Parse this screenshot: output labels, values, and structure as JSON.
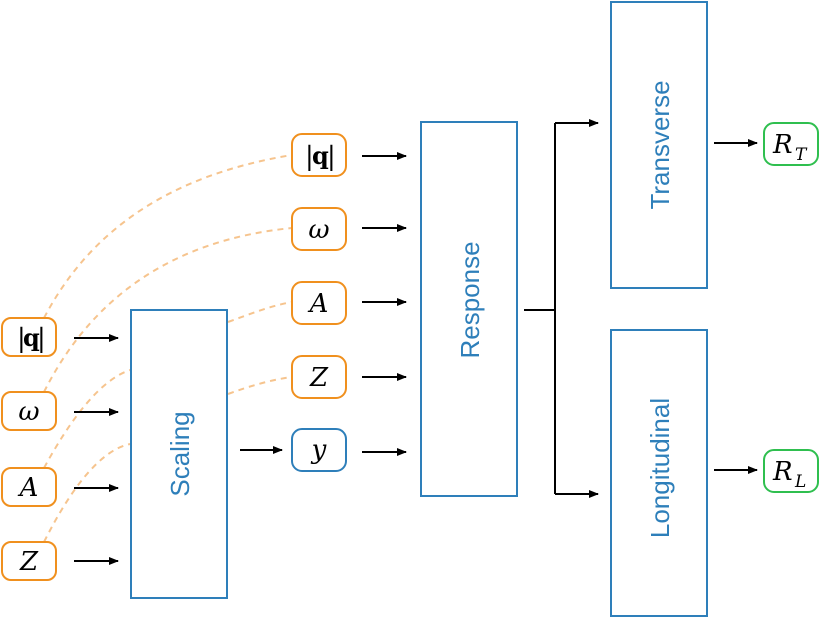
{
  "colors": {
    "orange": "#f0901e",
    "blue": "#2e7fba",
    "green": "#2fbf4f",
    "dashed": "#f6c48e",
    "arrow": "#000000"
  },
  "inputs": [
    {
      "symbol": "q",
      "type": "abs-q"
    },
    {
      "symbol": "ω",
      "type": "var"
    },
    {
      "symbol": "A",
      "type": "var"
    },
    {
      "symbol": "Z",
      "type": "var"
    }
  ],
  "middle_nodes": [
    {
      "symbol": "q",
      "type": "abs-q",
      "color": "orange"
    },
    {
      "symbol": "ω",
      "type": "var",
      "color": "orange"
    },
    {
      "symbol": "A",
      "type": "var",
      "color": "orange"
    },
    {
      "symbol": "Z",
      "type": "var",
      "color": "orange"
    },
    {
      "symbol": "y",
      "type": "var",
      "color": "blue"
    }
  ],
  "blocks": {
    "scaling": "Scaling",
    "response": "Response",
    "transverse": "Transverse",
    "longitudinal": "Longitudinal"
  },
  "outputs": {
    "rt": {
      "base": "R",
      "sub": "T"
    },
    "rl": {
      "base": "R",
      "sub": "L"
    }
  }
}
